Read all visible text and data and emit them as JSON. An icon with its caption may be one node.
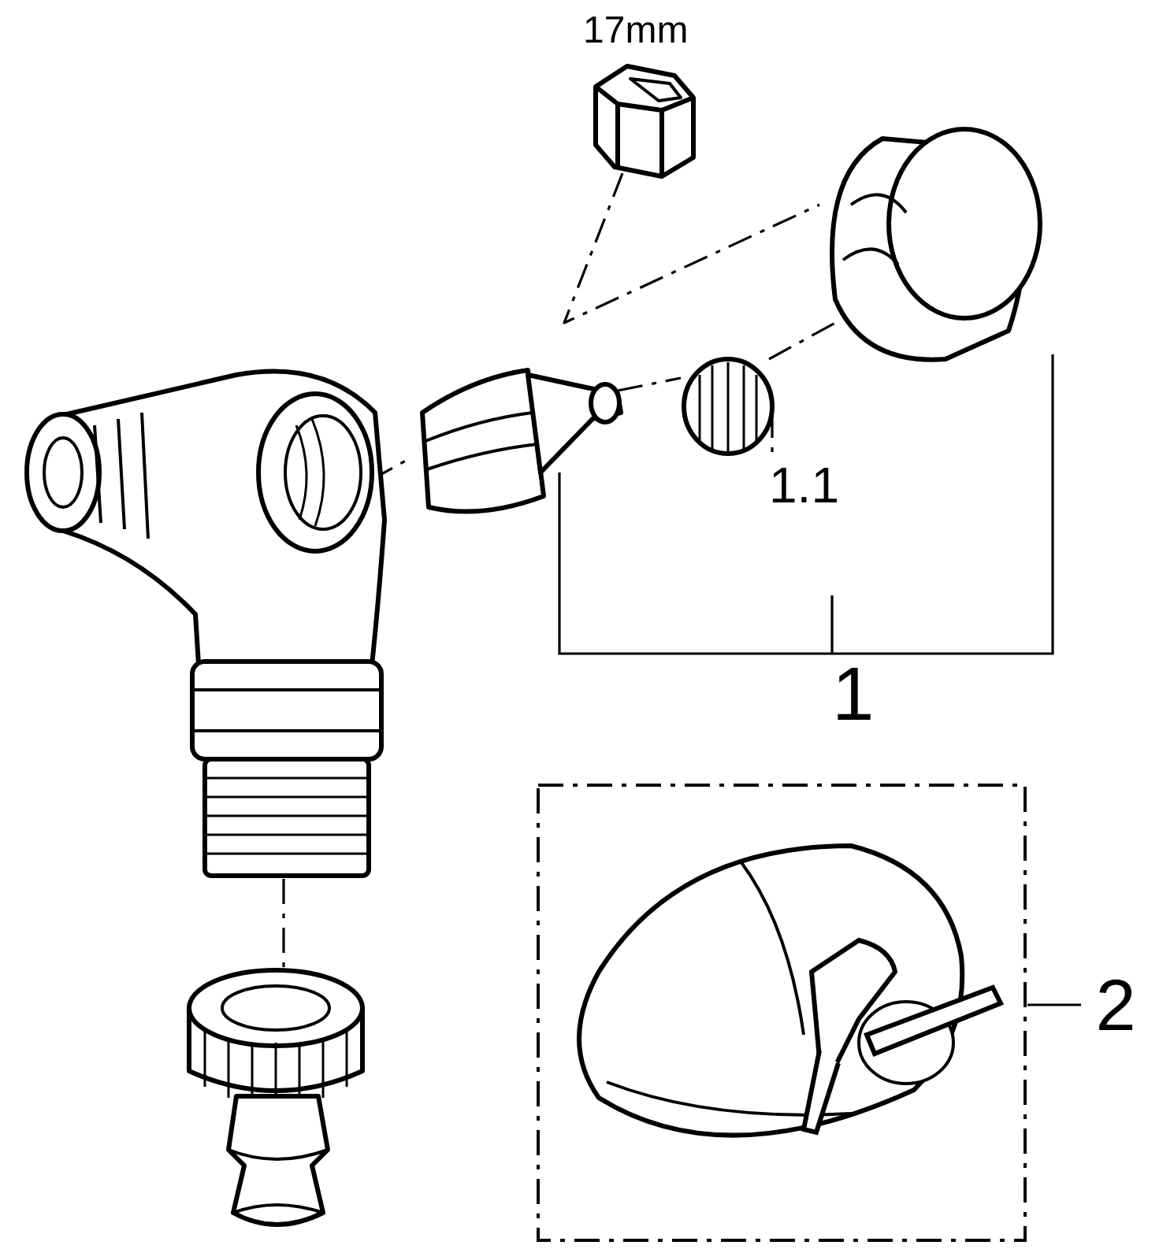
{
  "diagram": {
    "nodes": [
      {
        "text": [],
        "shape": "picture"
      },
      {
        "text": [
          "2"
        ]
      }
    ],
    "edges": [
      {
        "from": 1,
        "to": 0,
        "arrow": "none"
      }
    ],
    "labels": [
      "17mm",
      "1.1",
      "1"
    ]
  }
}
